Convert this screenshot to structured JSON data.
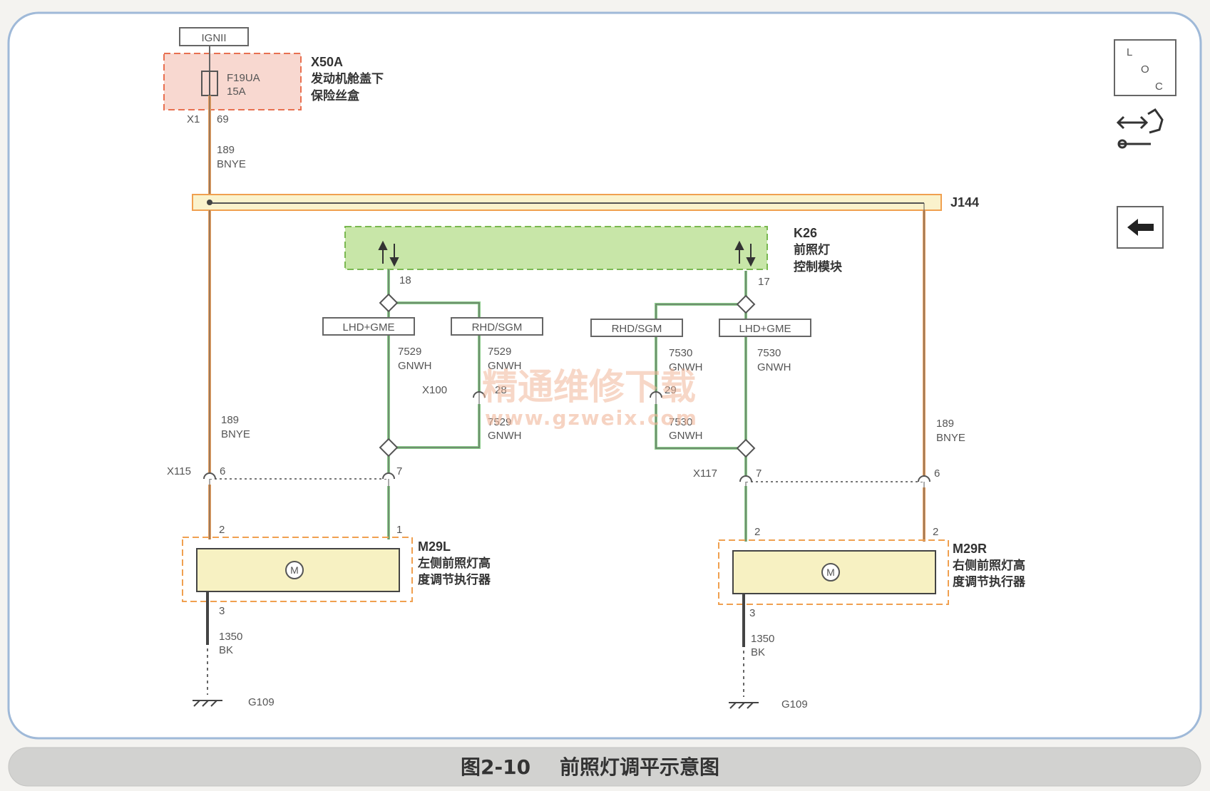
{
  "colors": {
    "power_wire": "#e8a060",
    "signal_wire": "#8ccc8c",
    "ground_wire": "#444444",
    "fuse_box_fill": "#f8d8d0",
    "fuse_box_border": "#e87050",
    "module_fill": "#c8e6a8",
    "module_border": "#7ab850",
    "actuator_fill": "#f7f1c2",
    "actuator_border": "#f0a050",
    "bus_fill": "#faf2cc",
    "bus_border": "#f0a050"
  },
  "power": {
    "source": "IGNII"
  },
  "fuse_box": {
    "id": "X50A",
    "name_line1": "发动机舱盖下",
    "name_line2": "保险丝盒",
    "fuse_id": "F19UA",
    "fuse_rating": "15A",
    "connector": "X1",
    "pin": "69"
  },
  "feed_wire": {
    "circuit": "189",
    "color_code": "BNYE"
  },
  "splice": {
    "id": "J144"
  },
  "module": {
    "id": "K26",
    "name_line1": "前照灯",
    "name_line2": "控制模块",
    "pin_left": "18",
    "pin_right": "17"
  },
  "variants": {
    "left_a": "LHD+GME",
    "left_b": "RHD/SGM",
    "right_a": "RHD/SGM",
    "right_b": "LHD+GME"
  },
  "signal_wires": {
    "left_circuit": "7529",
    "right_circuit": "7530",
    "color_code": "GNWH",
    "inline_connector": "X100",
    "left_inline_pin": "28",
    "right_inline_pin": "29"
  },
  "left_branch": {
    "wire_circuit": "189",
    "wire_color": "BNYE",
    "connector": "X115",
    "power_pin": "6",
    "signal_pin": "7"
  },
  "right_branch": {
    "wire_circuit": "189",
    "wire_color": "BNYE",
    "connector": "X117",
    "power_pin": "6",
    "signal_pin": "7"
  },
  "left_actuator": {
    "id": "M29L",
    "name_line1": "左侧前照灯高",
    "name_line2": "度调节执行器",
    "power_pin": "2",
    "signal_pin": "1",
    "ground_pin": "3",
    "motor_symbol": "M"
  },
  "right_actuator": {
    "id": "M29R",
    "name_line1": "右侧前照灯高",
    "name_line2": "度调节执行器",
    "power_pin": "2",
    "ground_pin": "3",
    "motor_symbol": "M"
  },
  "ground_wire": {
    "circuit": "1350",
    "color_code": "BK",
    "ground_id": "G109"
  },
  "side_panel": {
    "loc_l": "L",
    "loc_o": "O",
    "loc_c": "C",
    "connector_icon": "connector-tool-icon",
    "back_icon": "back-arrow-icon"
  },
  "watermark": {
    "text": "精通维修下载",
    "url": "www.gzweix.com"
  },
  "caption": {
    "figure": "图2-10",
    "title": "前照灯调平示意图"
  }
}
